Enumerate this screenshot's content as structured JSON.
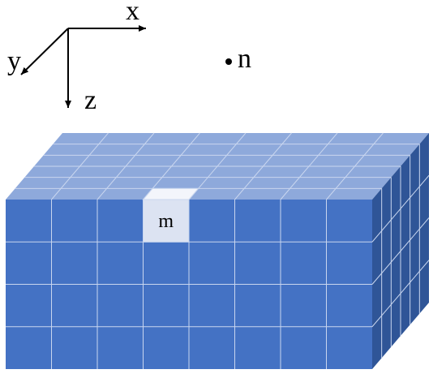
{
  "axes": {
    "x_label": "x",
    "y_label": "y",
    "z_label": "z"
  },
  "point": {
    "label": "n"
  },
  "block": {
    "columns": 8,
    "rows": 4,
    "depth_cells": 6,
    "highlighted_cell": {
      "label": "m",
      "column": 3,
      "row": 0
    }
  },
  "colors": {
    "front_face": "#4472C4",
    "top_face": "#8EA9DB",
    "side_face": "#2F5597",
    "grid_line": "#C9D6EF",
    "highlight_fill": "#DCE3F2",
    "highlight_top": "#F3F5FB",
    "ink": "#000000"
  }
}
